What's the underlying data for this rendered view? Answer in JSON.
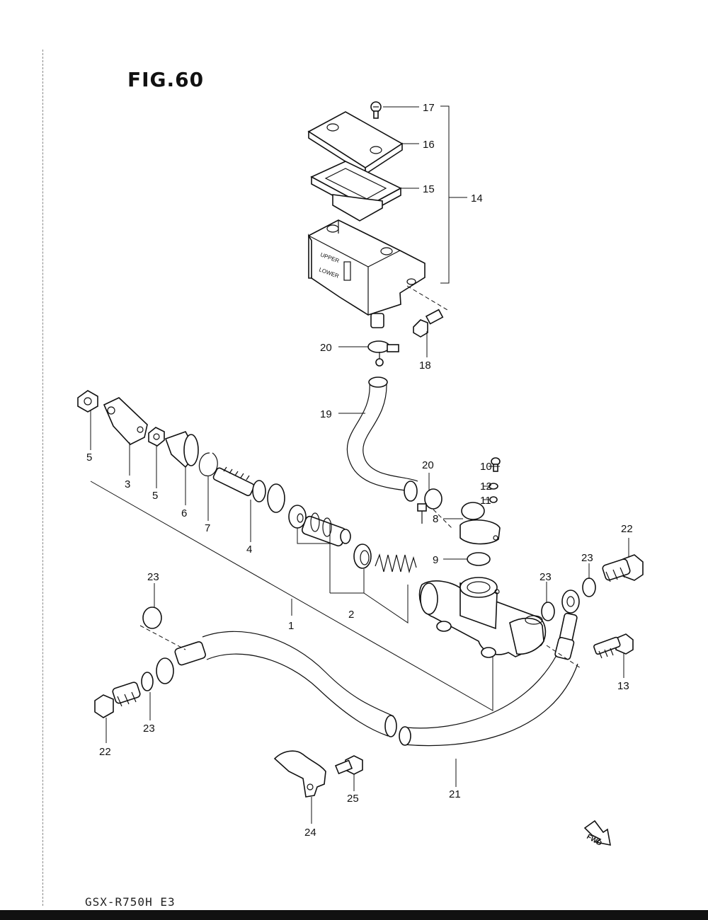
{
  "figure": {
    "title": "FIG.60"
  },
  "footer": {
    "model": "GSX-R750H E3"
  },
  "reservoir_labels": {
    "upper": "UPPER",
    "lower": "LOWER"
  },
  "fwd_label": "FWD",
  "callouts": [
    "1",
    "2",
    "3",
    "4",
    "5",
    "5",
    "6",
    "7",
    "8",
    "9",
    "10",
    "11",
    "12",
    "13",
    "14",
    "15",
    "16",
    "17",
    "18",
    "19",
    "20",
    "20",
    "21",
    "22",
    "22",
    "23",
    "23",
    "23",
    "23",
    "24",
    "25"
  ],
  "colors": {
    "ink": "#111111",
    "paper": "#ffffff"
  }
}
